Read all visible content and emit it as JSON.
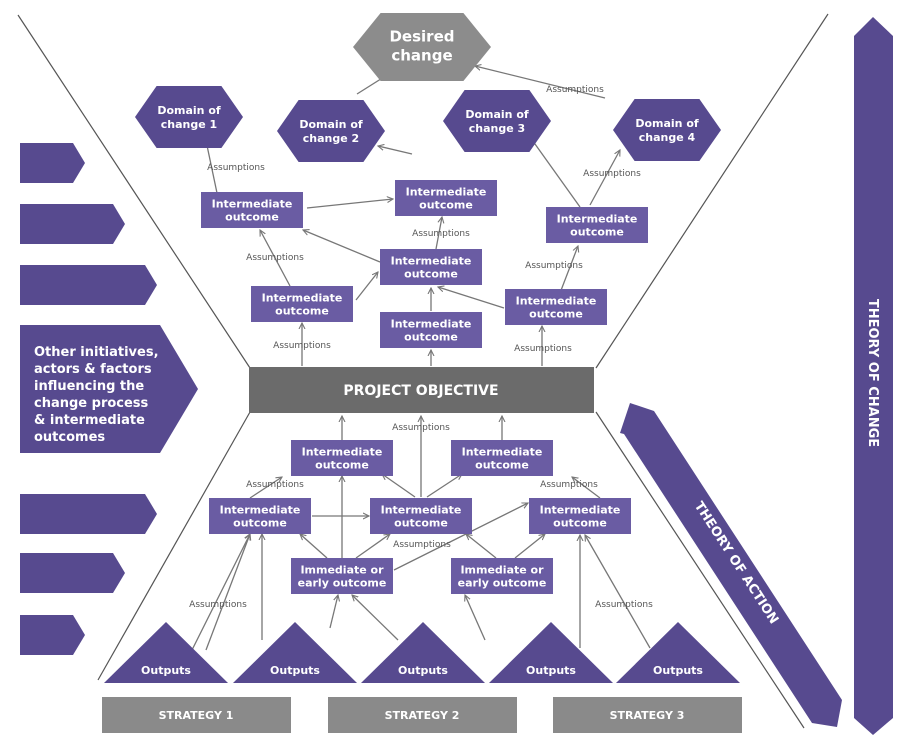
{
  "colors": {
    "purple": "#574a8f",
    "box_purple": "#6a5ca3",
    "gray_dark": "#6b6b6b",
    "gray_strategy": "#8a8a8a",
    "gray_hex": "#8c8c8c",
    "arrow": "#777777"
  },
  "top": {
    "desired_change": [
      "Desired",
      "change"
    ],
    "domains": [
      [
        "Domain of",
        "change 1"
      ],
      [
        "Domain of",
        "change 2"
      ],
      [
        "Domain of",
        "change 3"
      ],
      [
        "Domain of",
        "change 4"
      ]
    ]
  },
  "labels": {
    "intermediate": [
      "Intermediate",
      "outcome"
    ],
    "immediate": [
      "Immediate or",
      "early outcome"
    ],
    "assumptions": "Assumptions",
    "outputs": "Outputs",
    "project_objective": "PROJECT OBJECTIVE"
  },
  "strategies": [
    "STRATEGY 1",
    "STRATEGY 2",
    "STRATEGY 3"
  ],
  "side_panel": {
    "text_lines": [
      "Other initiatives,",
      "actors & factors",
      "influencing  the",
      "change process",
      "& intermediate",
      "outcomes"
    ]
  },
  "bands": {
    "theory_of_change": "THEORY OF CHANGE",
    "theory_of_action": "THEORY OF ACTION"
  }
}
